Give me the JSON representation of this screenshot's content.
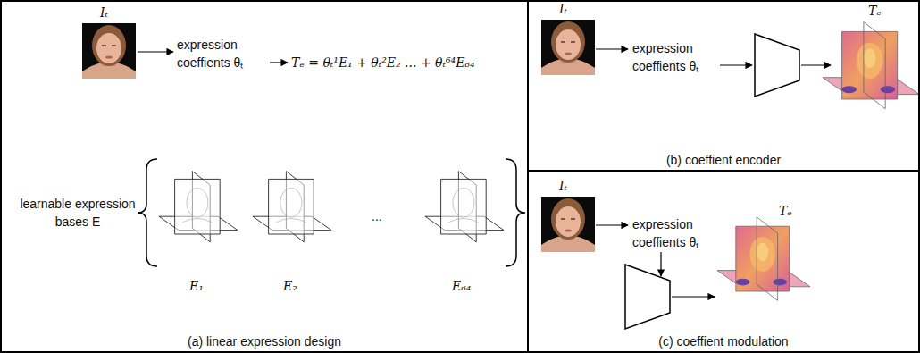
{
  "diagram": {
    "nodes": [
      {
        "text": [
          "(a) linear expression design"
        ]
      },
      {
        "text": [
          "(b) coeffient encoder"
        ]
      },
      {
        "text": [
          "(c) coeffient modulation"
        ]
      }
    ],
    "labels": [
      "Iₜ",
      "expression coeffients θₜ",
      "Tₑ = θₜ¹E₁ + θₜ²E₂ ... + θₜ⁶⁴E₆₄",
      "learnable expression bases E",
      "E₁",
      "E₂",
      "...",
      "E₆₄",
      "Iₜ",
      "expression coeffients θₜ",
      "Tₑ",
      "Iₜ",
      "expression coeffients θₜ",
      "Tₑ"
    ]
  }
}
